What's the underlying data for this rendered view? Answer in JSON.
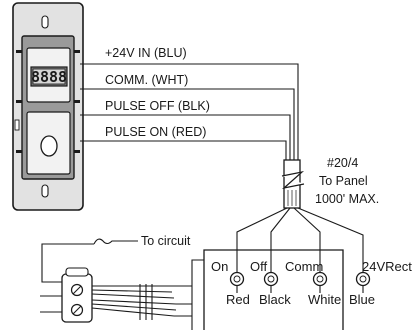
{
  "device": {
    "display_text": "8888"
  },
  "wires": {
    "plus24_in": "+24V IN (BLU)",
    "comm": "COMM. (WHT)",
    "pulse_off": "PULSE OFF (BLK)",
    "pulse_on": "PULSE ON (RED)"
  },
  "cable": {
    "gauge": "#20/4",
    "to_panel": "To Panel",
    "max_length": "1000' MAX."
  },
  "circuit": {
    "label": "To circuit"
  },
  "terminals": {
    "on": "On",
    "off": "Off",
    "comm": "Comm",
    "v24rect": "24VRect"
  },
  "wire_colors": {
    "red": "Red",
    "black": "Black",
    "white": "White",
    "blue": "Blue"
  },
  "colors": {
    "line": "#1a1a1a",
    "plate": "#e2e2e2",
    "switch_body": "#9a9a9a",
    "paddle": "#f2f2f2",
    "display_bg": "#7d7d7d"
  }
}
